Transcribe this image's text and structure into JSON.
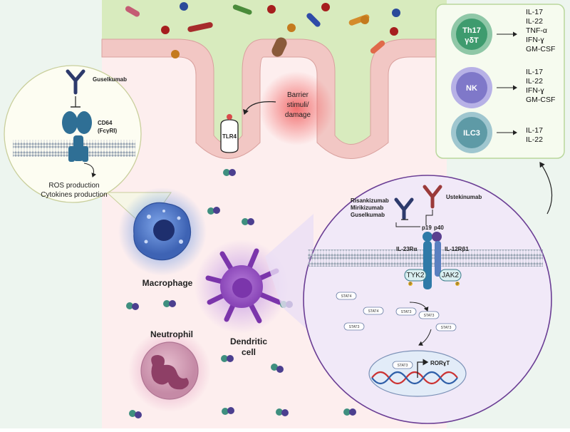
{
  "colors": {
    "lumen_epithelium": "#d8ebbe",
    "lamina_propria": "#fdeeee",
    "outer_panel": "#edf5ef",
    "macrophage": "#4c72c2",
    "dendritic_cell": "#9b5bc8",
    "neutrophil": "#c98aa8",
    "th17": "#3e9b6e",
    "nk": "#7f78c9",
    "ilc3": "#5e9aa6",
    "damage_glow": "#f05a5a",
    "antibody": "#2d3a6c",
    "ustekinumab": "#9b3a3a"
  },
  "labels": {
    "barrier": "Barrier\nstimuli/\ndamage",
    "tlr4": "TLR4",
    "macrophage": "Macrophage",
    "neutrophil": "Neutrophil",
    "dendritic_cell": "Dendritic\ncell"
  },
  "left_inset": {
    "drug": "Guselkumab",
    "receptor": "CD64\n(FcγRI)",
    "outcome": "ROS production\nCytokines production"
  },
  "right_inset": {
    "drugs_left": "Risankizumab\nMirikizumab\nGuselkumab",
    "drug_right": "Ustekinumab",
    "p19": "p19",
    "p40": "p40",
    "il23ra": "IL-23Rα",
    "il12rb1": "IL-12Rβ1",
    "tyk2": "TYK2",
    "jak2": "JAK2",
    "p": "P",
    "stat4": "STAT4",
    "stat3": "STAT3",
    "rorgt": "RORɣT"
  },
  "cell_panel": [
    {
      "cell": "Th17\nγδT",
      "cytokines": [
        "IL-17",
        "IL-22",
        "TNF-α",
        "IFN-ɣ",
        "GM-CSF"
      ]
    },
    {
      "cell": "NK",
      "cytokines": [
        "IL-17",
        "IL-22",
        "IFN-ɣ",
        "GM-CSF"
      ]
    },
    {
      "cell": "ILC3",
      "cytokines": [
        "IL-17",
        "IL-22"
      ]
    }
  ]
}
